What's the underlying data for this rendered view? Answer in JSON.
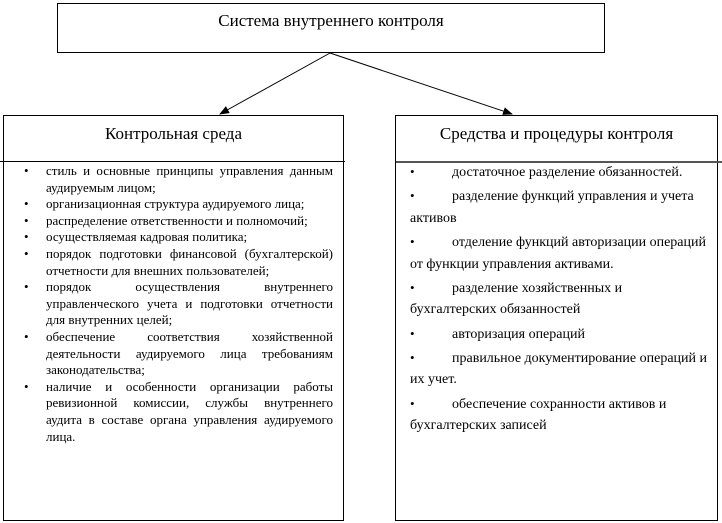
{
  "title": "Система внутреннего контроля",
  "left": {
    "heading": "Контрольная среда",
    "items": [
      "стиль и основные принципы управления данным аудируемым лицом;",
      "организационная структура аудируемого лица;",
      "распределение ответственности и полномочий;",
      "осуществляемая кадровая политика;",
      "порядок подготовки финансовой (бухгалтерской) отчетности для внешних пользователей;",
      "порядок осуществления внутреннего управленческого учета и подготовки отчетности для внутренних целей;",
      "обеспечение соответствия хозяйственной деятельности аудируемого лица требованиям законодательства;",
      "наличие и особенности организации работы ревизионной комиссии, службы внутреннего аудита в составе органа управления аудируемого лица."
    ]
  },
  "right": {
    "heading": "Средства и процедуры контроля",
    "items": [
      "достаточное разделение обязанностей.",
      "разделение функций управления и учета активов",
      "отделение функций авторизации операций от функции управления активами.",
      "разделение хозяйственных и бухгалтерских обязанностей",
      "авторизация операций",
      "правильное документирование операций и их учет.",
      "обеспечение сохранности активов и бухгалтерских записей"
    ]
  },
  "bullet": "•"
}
